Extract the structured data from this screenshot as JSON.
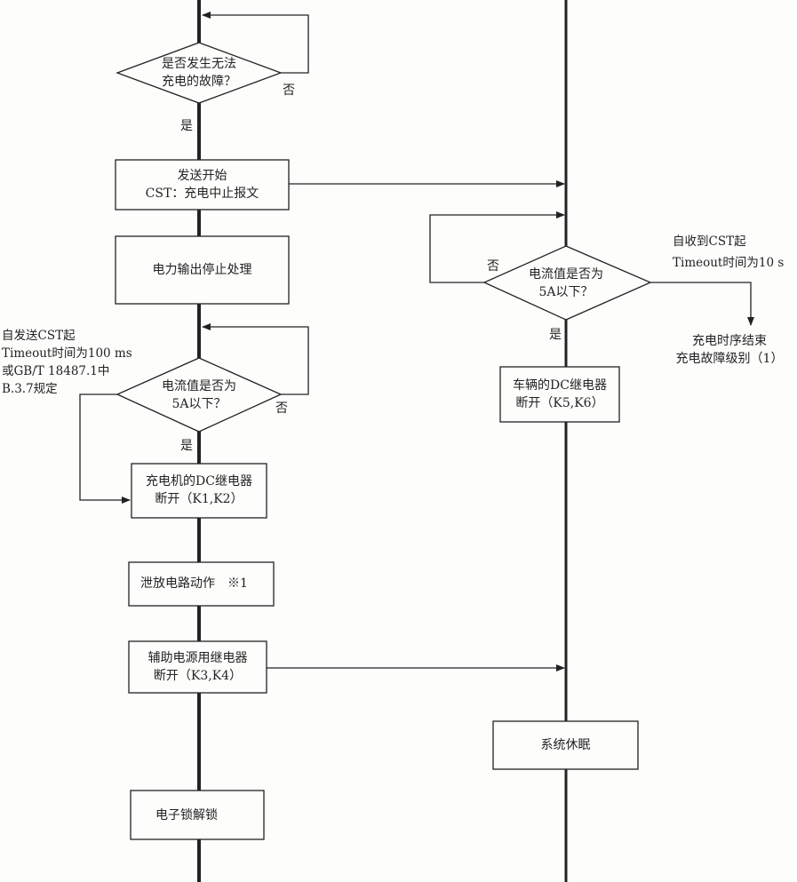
{
  "left": {
    "decision1": [
      "是否发生无法",
      "充电的故障？"
    ],
    "decision1_no": "否",
    "decision1_yes": "是",
    "box_send_cst": [
      "发送开始",
      "CST：充电中止报文"
    ],
    "box_power_stop": "电力输出停止处理",
    "timeout_note": [
      "自发送CST起",
      "Timeout时间为100 ms",
      "或GB/T 18487.1中",
      "B.3.7规定"
    ],
    "decision2": [
      "电流值是否为",
      "5A以下？"
    ],
    "decision2_no": "否",
    "decision2_yes": "是",
    "box_dc_relay": [
      "充电机的DC继电器",
      "断开（K1,K2）"
    ],
    "box_discharge": "泄放电路动作　※1",
    "box_aux_relay": [
      "辅助电源用继电器",
      "断开（K3,K4）"
    ],
    "box_unlock": "电子锁解锁"
  },
  "right": {
    "decision": [
      "电流值是否为",
      "5A以下？"
    ],
    "decision_no": "否",
    "decision_yes": "是",
    "timeout_note": [
      "自收到CST起",
      "Timeout时间为10 s"
    ],
    "end_note": [
      "充电时序结束",
      "充电故障级别（1）"
    ],
    "box_vehicle_relay": [
      "车辆的DC继电器",
      "断开（K5,K6）"
    ],
    "box_sleep": "系统休眠"
  }
}
